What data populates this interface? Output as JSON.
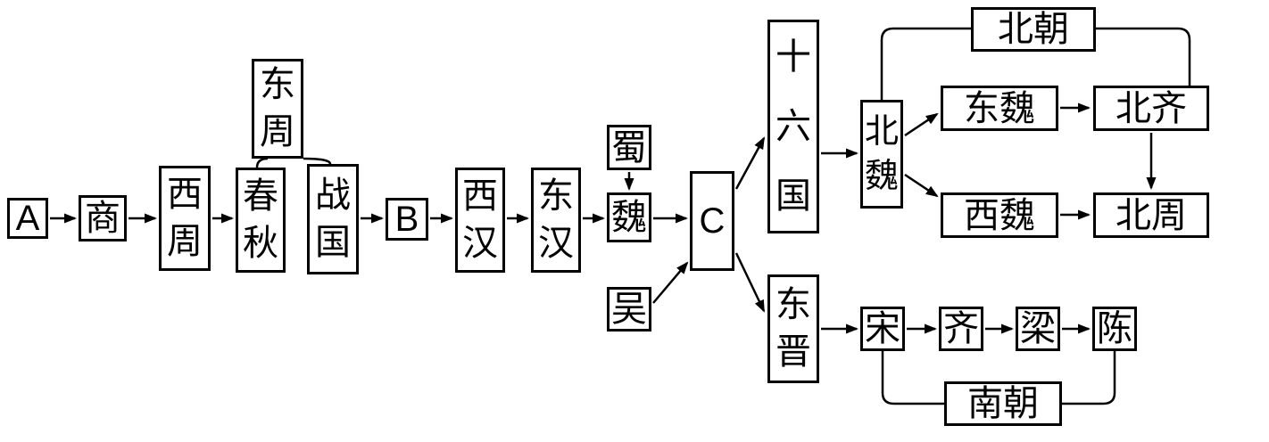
{
  "diagram": {
    "type": "flowchart-timeline",
    "nodes": {
      "a": "A",
      "shang": "商",
      "xizhou": "西周",
      "chunqiu": "春秋",
      "zhanguo": "战国",
      "dongzhou": "东周",
      "b": "B",
      "xihan": "西汉",
      "donghan": "东汉",
      "shu": "蜀",
      "wei": "魏",
      "wu": "吴",
      "c": "C",
      "shiliuguo": "十六国",
      "dongjin": "东晋",
      "beiwei": "北魏",
      "dongwei": "东魏",
      "beiqi": "北齐",
      "xiwei": "西魏",
      "beizhou": "北周",
      "beichao": "北朝",
      "song": "宋",
      "qi": "齐",
      "liang": "梁",
      "chen": "陈",
      "nanchao": "南朝"
    },
    "edges": [
      {
        "from": "A",
        "to": "商"
      },
      {
        "from": "商",
        "to": "西周"
      },
      {
        "from": "西周",
        "to": "春秋"
      },
      {
        "from": "战国",
        "to": "B"
      },
      {
        "from": "B",
        "to": "西汉"
      },
      {
        "from": "西汉",
        "to": "东汉"
      },
      {
        "from": "东汉",
        "to": "魏"
      },
      {
        "from": "蜀",
        "to": "魏"
      },
      {
        "from": "魏",
        "to": "C"
      },
      {
        "from": "吴",
        "to": "C"
      },
      {
        "from": "C",
        "to": "十六国"
      },
      {
        "from": "C",
        "to": "东晋"
      },
      {
        "from": "十六国",
        "to": "北魏"
      },
      {
        "from": "北魏",
        "to": "东魏"
      },
      {
        "from": "东魏",
        "to": "北齐"
      },
      {
        "from": "北魏",
        "to": "西魏"
      },
      {
        "from": "西魏",
        "to": "北周"
      },
      {
        "from": "北齐",
        "to": "北周"
      },
      {
        "from": "东晋",
        "to": "宋"
      },
      {
        "from": "宋",
        "to": "齐"
      },
      {
        "from": "齐",
        "to": "梁"
      },
      {
        "from": "梁",
        "to": "陈"
      }
    ],
    "groups": [
      {
        "label": "东周",
        "spans": [
          "春秋",
          "战国"
        ]
      },
      {
        "label": "北朝",
        "spans": [
          "北魏",
          "东魏",
          "北齐",
          "西魏",
          "北周"
        ]
      },
      {
        "label": "南朝",
        "spans": [
          "宋",
          "齐",
          "梁",
          "陈"
        ]
      }
    ]
  }
}
